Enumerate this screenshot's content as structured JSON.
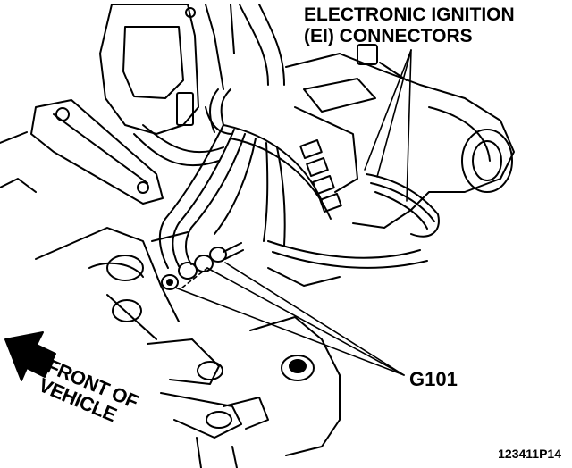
{
  "labels": {
    "ei_connectors_line1": "ELECTRONIC IGNITION",
    "ei_connectors_line2": "(EI) CONNECTORS",
    "ground": "G101",
    "front_line1": "FRONT OF",
    "front_line2": "VEHICLE",
    "figure_number": "123411P14"
  },
  "colors": {
    "ink": "#000000",
    "paper": "#ffffff"
  }
}
